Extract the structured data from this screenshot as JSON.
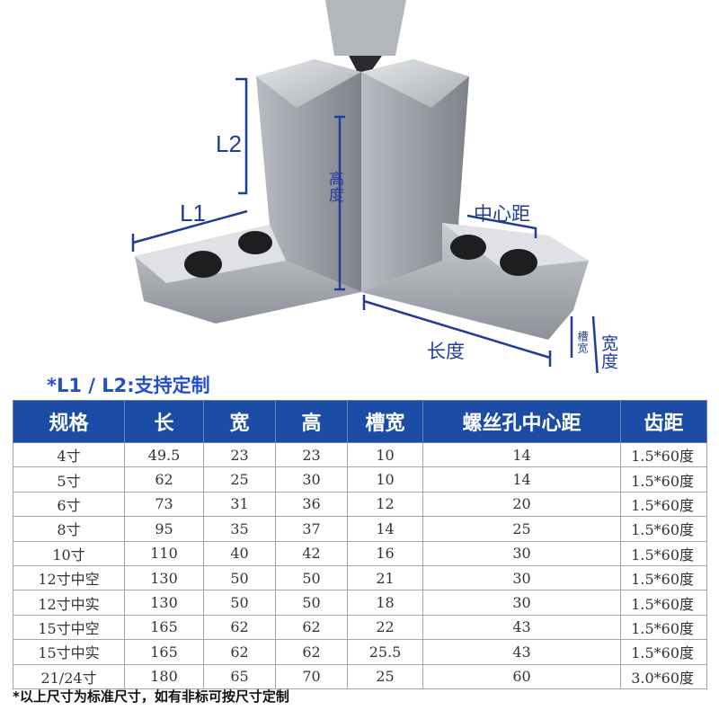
{
  "labels": {
    "L2": "L2",
    "L1": "L1",
    "height": "高度",
    "hole_center": "中心距",
    "length": "长度",
    "slot_width": "槽宽",
    "width": "宽度"
  },
  "headline": "*L1 / L2:支持定制",
  "colors": {
    "header_bg": "#1b4ca6",
    "accent_blue": "#1f3c9a",
    "headline_blue": "#2350c8"
  },
  "table": {
    "headers": [
      "规格",
      "长",
      "宽",
      "高",
      "槽宽",
      "螺丝孔中心距",
      "齿距"
    ],
    "rows": [
      [
        "4寸",
        "49.5",
        "23",
        "23",
        "10",
        "14",
        "1.5*60度"
      ],
      [
        "5寸",
        "62",
        "25",
        "30",
        "10",
        "14",
        "1.5*60度"
      ],
      [
        "6寸",
        "73",
        "31",
        "36",
        "12",
        "20",
        "1.5*60度"
      ],
      [
        "8寸",
        "95",
        "35",
        "37",
        "14",
        "25",
        "1.5*60度"
      ],
      [
        "10寸",
        "110",
        "40",
        "42",
        "16",
        "30",
        "1.5*60度"
      ],
      [
        "12寸中空",
        "130",
        "50",
        "50",
        "21",
        "30",
        "1.5*60度"
      ],
      [
        "12寸中实",
        "130",
        "50",
        "50",
        "18",
        "30",
        "1.5*60度"
      ],
      [
        "15寸中空",
        "165",
        "62",
        "62",
        "22",
        "43",
        "1.5*60度"
      ],
      [
        "15寸中实",
        "165",
        "62",
        "62",
        "25.5",
        "43",
        "1.5*60度"
      ],
      [
        "21/24寸",
        "180",
        "65",
        "70",
        "25",
        "60",
        "3.0*60度"
      ]
    ]
  },
  "footnote": "*以上尺寸为标准尺寸，如有非标可按尺寸定制"
}
